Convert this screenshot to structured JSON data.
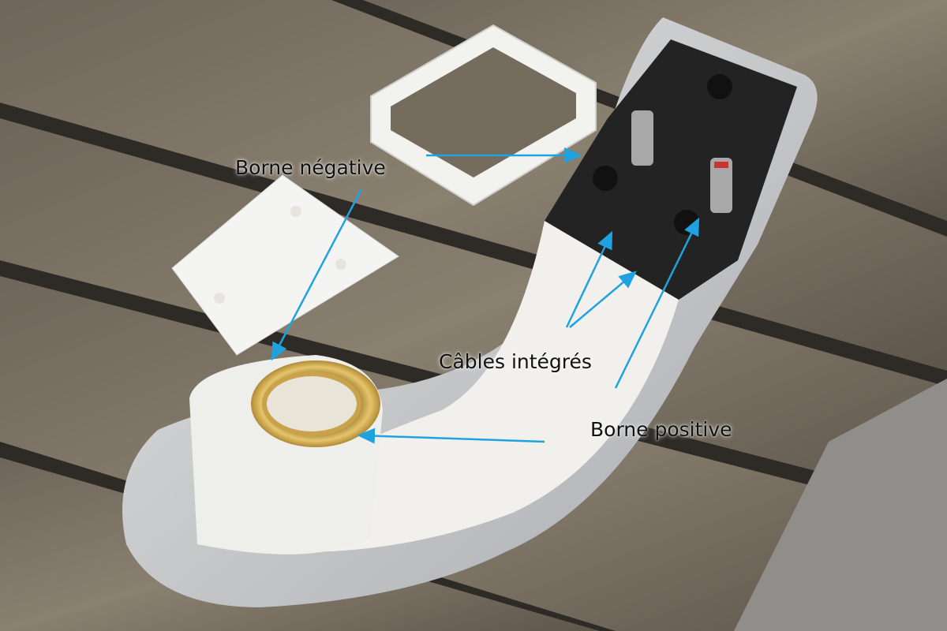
{
  "annotations": {
    "negative_terminal": "Borne négative",
    "integrated_cables": "Câbles intégrés",
    "positive_terminal": "Borne positive"
  },
  "colors": {
    "arrow": "#1fa3e0",
    "wood_dark": "#3b352d",
    "wood_light": "#7d7364",
    "metal": "#c9cbcd",
    "white_part": "#f2f1ee",
    "brass": "#c9a24a"
  }
}
